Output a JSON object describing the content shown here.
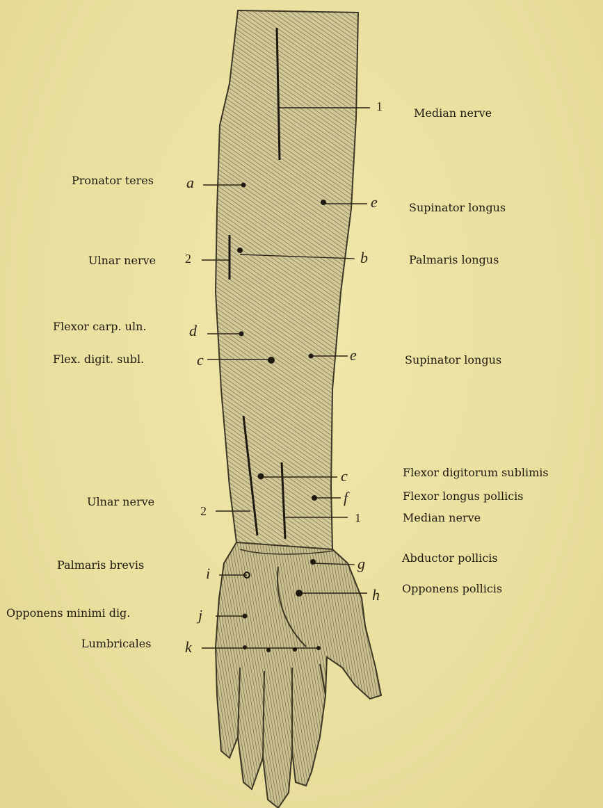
{
  "left_labels": {
    "pronator_teres": "Pronator teres",
    "ulnar_nerve_upper": "Ulnar nerve",
    "flexor_carp_uln": "Flexor carp. uln.",
    "flex_digit_subl": "Flex. digit. subl.",
    "ulnar_nerve_lower": "Ulnar nerve",
    "palmaris_brevis": "Palmaris brevis",
    "opponens_minimi": "Opponens minimi dig.",
    "lumbricales": "Lumbricales"
  },
  "right_labels": {
    "median_nerve_upper": "Median nerve",
    "supinator_longus_upper": "Supinator longus",
    "palmaris_longus": "Palmaris longus",
    "supinator_longus_lower": "Supinator longus",
    "flexor_digitorum_sublimis": "Flexor digitorum sublimis",
    "flexor_longus_pollicis": "Flexor longus pollicis",
    "median_nerve_lower": "Median nerve",
    "abductor_pollicis": "Abductor pollicis",
    "opponens_pollicis": "Opponens pollicis"
  },
  "markers": {
    "one_upper": "1",
    "a": "a",
    "e_upper": "e",
    "two_upper": "2",
    "b": "b",
    "d": "d",
    "c_left": "c",
    "e_lower": "e",
    "c_right": "c",
    "f": "f",
    "two_lower": "2",
    "one_lower": "1",
    "i": "i",
    "g": "g",
    "h": "h",
    "j": "j",
    "k": "k"
  },
  "colors": {
    "background": "#ece3a2",
    "skin": "#cfc593",
    "ink": "#1e1a12"
  }
}
